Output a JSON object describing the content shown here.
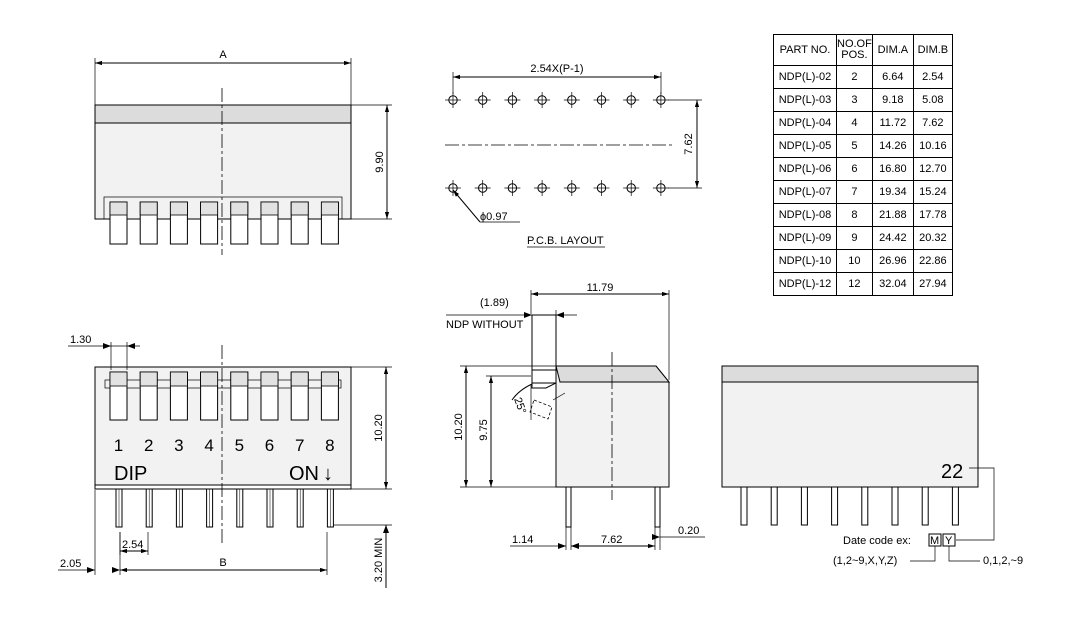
{
  "labels": {
    "dim_a": "A",
    "dim_b": "B",
    "height_990": "9.90",
    "pitch": "2.54X(P-1)",
    "row_spacing": "7.62",
    "hole_dia": "ϕ0.97",
    "pcb_layout": "P.C.B. LAYOUT",
    "dim_130": "1.30",
    "height_1020": "10.20",
    "pin_min": "3.20 MIN",
    "dim_205": "2.05",
    "dim_254": "2.54",
    "switch_numbers": [
      "1",
      "2",
      "3",
      "4",
      "5",
      "6",
      "7",
      "8"
    ],
    "dip": "DIP",
    "on": "ON",
    "on_arrow": "↓",
    "dim_189": "(1.89)",
    "ndp_without": "NDP WITHOUT",
    "dim_1179": "11.79",
    "side_1020": "10.20",
    "side_975": "9.75",
    "angle": "25°",
    "dim_114": "1.14",
    "side_762": "7.62",
    "dim_020": "0.20",
    "marking": "22",
    "date_code": "Date code ex:",
    "date_m": "M",
    "date_y": "Y",
    "month_values": "(1,2~9,X,Y,Z)",
    "year_values": "0,1,2,~9"
  },
  "table": {
    "headers": [
      "PART NO.",
      "NO.OF POS.",
      "DIM.A",
      "DIM.B"
    ],
    "rows": [
      [
        "NDP(L)-02",
        "2",
        "6.64",
        "2.54"
      ],
      [
        "NDP(L)-03",
        "3",
        "9.18",
        "5.08"
      ],
      [
        "NDP(L)-04",
        "4",
        "11.72",
        "7.62"
      ],
      [
        "NDP(L)-05",
        "5",
        "14.26",
        "10.16"
      ],
      [
        "NDP(L)-06",
        "6",
        "16.80",
        "12.70"
      ],
      [
        "NDP(L)-07",
        "7",
        "19.34",
        "15.24"
      ],
      [
        "NDP(L)-08",
        "8",
        "21.88",
        "17.78"
      ],
      [
        "NDP(L)-09",
        "9",
        "24.42",
        "20.32"
      ],
      [
        "NDP(L)-10",
        "10",
        "26.96",
        "22.86"
      ],
      [
        "NDP(L)-12",
        "12",
        "32.04",
        "27.94"
      ]
    ]
  }
}
